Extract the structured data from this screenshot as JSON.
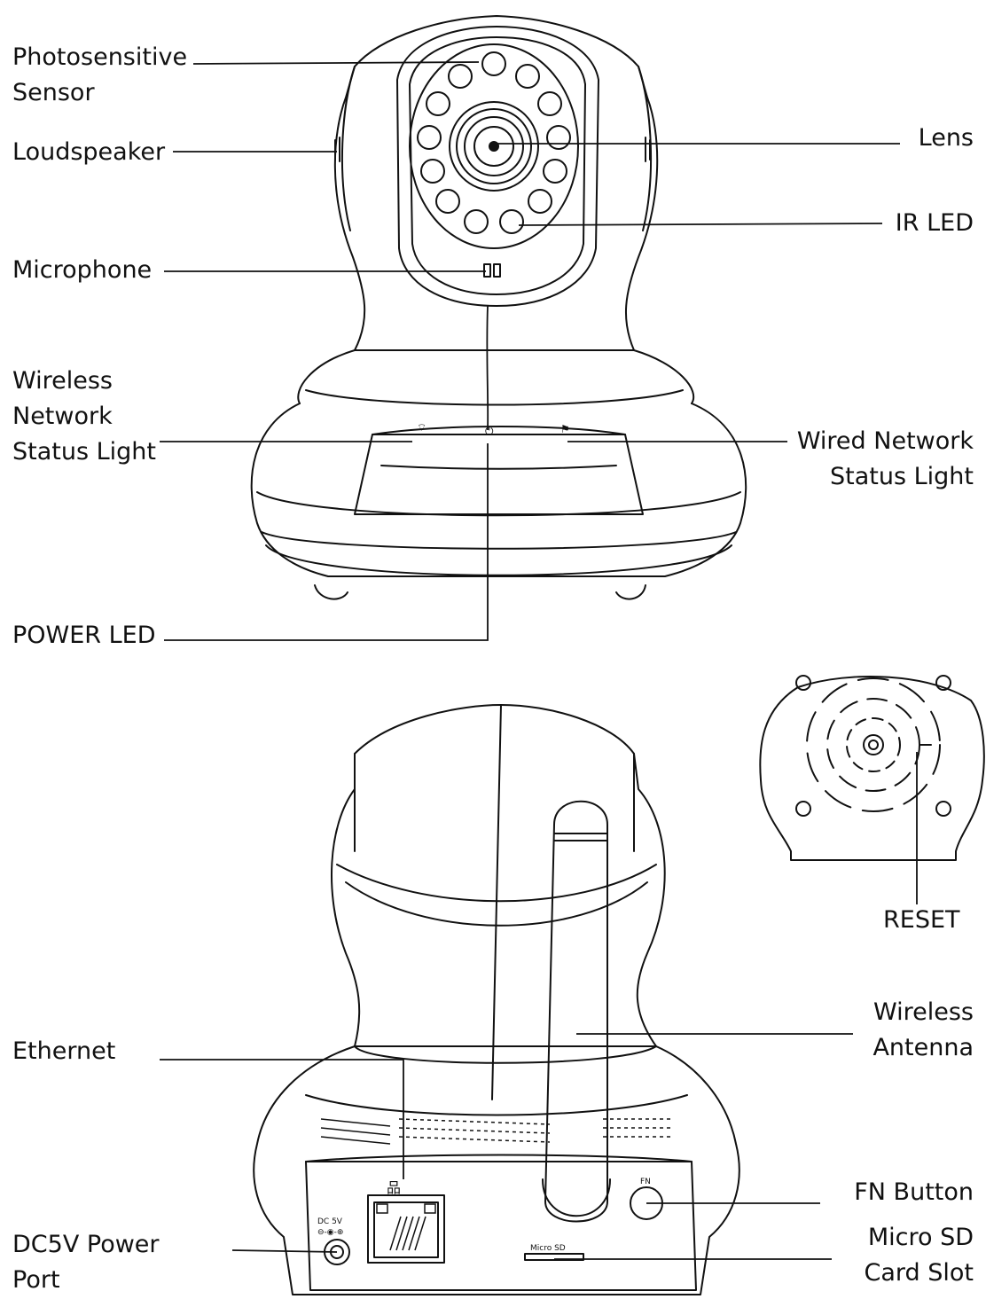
{
  "labels": {
    "photosensitive_sensor": "Photosensitive\nSensor",
    "loudspeaker": "Loudspeaker",
    "microphone": "Microphone",
    "wireless_network_status_light": "Wireless\nNetwork\nStatus Light",
    "power_led": "POWER LED",
    "lens": "Lens",
    "ir_led": "IR LED",
    "wired_network_status_light": "Wired Network\nStatus Light",
    "reset": "RESET",
    "wireless_antenna": "Wireless\nAntenna",
    "ethernet": "Ethernet",
    "dc5v_power_port": "DC5V Power\nPort",
    "fn_button": "FN Button",
    "micro_sd_card_slot": "Micro SD\nCard Slot"
  },
  "device_markings": {
    "dc_5v": "DC 5V",
    "micro_sd": "Micro SD",
    "fn": "FN"
  },
  "colors": {
    "line": "#111111",
    "background": "#ffffff"
  }
}
